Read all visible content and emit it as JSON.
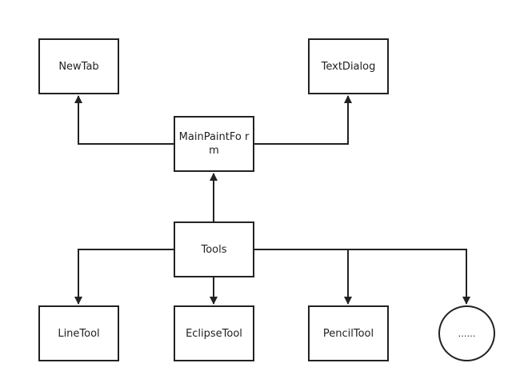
{
  "colors": {
    "stroke": "#222222",
    "background": "#ffffff"
  },
  "nodes": {
    "new_tab": "NewTab",
    "text_dialog": "TextDialog",
    "main_paint_form": "MainPaintFo rm",
    "tools": "Tools",
    "line_tool": "LineTool",
    "eclipse_tool": "EclipseTool",
    "pencil_tool": "PencilTool",
    "more": "……"
  }
}
